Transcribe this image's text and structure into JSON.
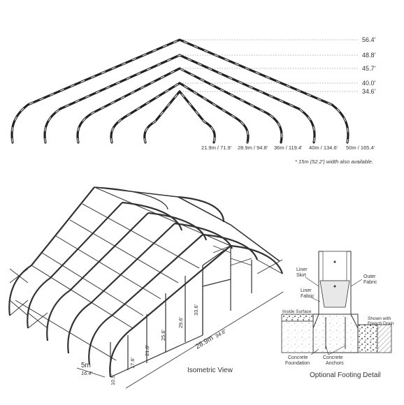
{
  "profiles": {
    "heights": [
      "56.4'",
      "48.8'",
      "45.7'",
      "40.0'",
      "34.6'"
    ],
    "widths": [
      "21.9m / 71.9'",
      "28.9m / 94.8'",
      "36m / 119.4'",
      "40m / 134.6'",
      "50m / 165.4'"
    ],
    "note": "* 15m (52.2') width also available."
  },
  "isometric": {
    "caption": "Isometric View",
    "length_main": "28.9m",
    "length_sub": "94.8'",
    "bay_main": "5m",
    "bay_sub": "16.4'",
    "heights": [
      "10.9'",
      "17.6'",
      "21.8'",
      "25.6'",
      "29.6'",
      "33.6'"
    ]
  },
  "footing": {
    "caption": "Optional Footing Detail",
    "labels": {
      "liner_skirt": "Liner\nSkirt",
      "liner_fabric": "Liner\nFabric",
      "outer_fabric": "Outer\nFabric",
      "inside_surface": "Inside Surface",
      "french_drain": "Shown with\nFrench Drain",
      "foundation": "Concrete\nFoundation",
      "anchors": "Concrete\nAnchors"
    }
  }
}
